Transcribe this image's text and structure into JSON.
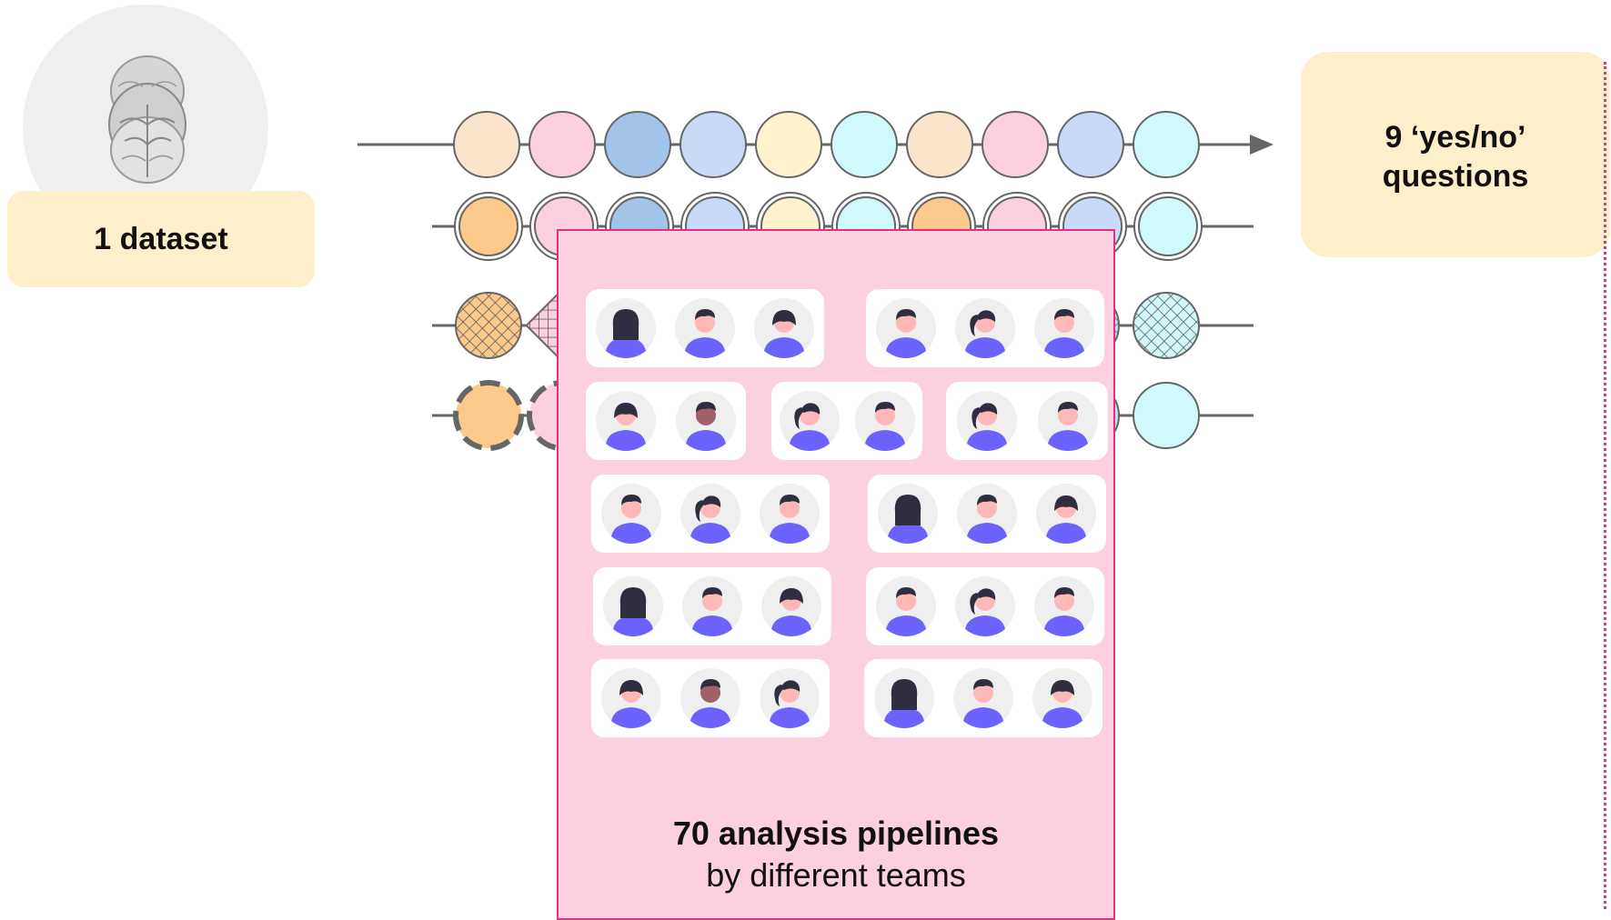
{
  "labels": {
    "dataset": "1 dataset",
    "questions_line1": "9 ‘yes/no’",
    "questions_line2": "questions",
    "pipelines_title": "70 analysis pipelines",
    "pipelines_sub": "by different teams"
  },
  "colors": {
    "peach": "#fae5cc",
    "pink": "#fccfe1",
    "blue": "#a2c4e9",
    "lavender": "#c9daf8",
    "cream": "#fff2cc",
    "cyan": "#d0f9fb",
    "orange": "#fcc98d",
    "panel_bg": "#fccfe1",
    "panel_border": "#e0337f",
    "box_bg": "#fdefc9",
    "avatar_body": "#6c63ff",
    "avatar_hair": "#2f2e41"
  },
  "pipelines": {
    "row1": [
      "peach",
      "pink",
      "blue",
      "lavender",
      "cream",
      "cyan",
      "peach",
      "pink",
      "lavender",
      "cyan"
    ],
    "row2": [
      "orange",
      "pink",
      "blue",
      "lavender",
      "cream",
      "cyan",
      "orange",
      "pink",
      "lavender",
      "cyan"
    ],
    "row3_visible": [
      "orange-hatch",
      "pink-diamond",
      "lavender-hatch",
      "cyan-hatch"
    ],
    "row4_visible": [
      "orange-dashed",
      "pink-dashed",
      "lavender",
      "cyan"
    ]
  },
  "teams": [
    [
      "female-long",
      "male",
      "female-bob"
    ],
    [
      "male",
      "female-ponytail",
      "male"
    ],
    [
      "female-bob",
      "male-dark"
    ],
    [
      "female-ponytail",
      "male"
    ],
    [
      "female-ponytail",
      "male"
    ],
    [
      "male",
      "female-ponytail",
      "male"
    ],
    [
      "female-long",
      "male",
      "female-bob"
    ],
    [
      "female-long",
      "male",
      "female-bob"
    ],
    [
      "male",
      "female-ponytail",
      "male"
    ],
    [
      "female-bob",
      "male-dark",
      "female-ponytail"
    ],
    [
      "female-long",
      "male",
      "female-bob"
    ]
  ]
}
